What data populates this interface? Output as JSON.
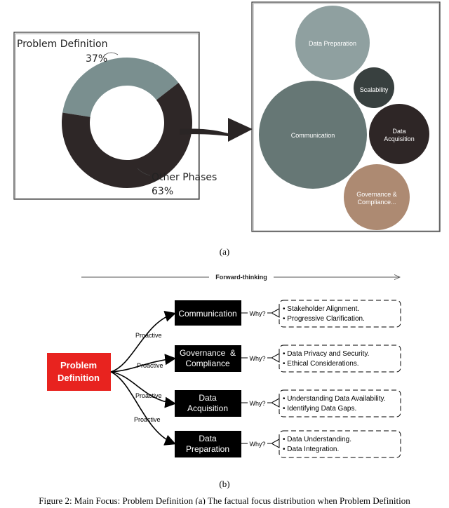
{
  "panel_a": {
    "donut": {
      "problem_label": "Problem Definition",
      "problem_pct": "37%",
      "other_label": "Other Phases",
      "other_pct": "63%",
      "problem_share": 0.37,
      "colors": {
        "problem": "#7a8f8f",
        "other": "#2e2727"
      }
    },
    "bubbles": [
      {
        "key": "data-preparation",
        "label": "Data Preparation",
        "color": "#8fa0a0"
      },
      {
        "key": "scalability",
        "label": "Scalability",
        "color": "#38403f"
      },
      {
        "key": "communication",
        "label": "Communication",
        "color": "#667775"
      },
      {
        "key": "data-acquisition",
        "label_lines": [
          "Data",
          "Acquisition"
        ],
        "color": "#2e2626"
      },
      {
        "key": "governance",
        "label_lines": [
          "Governance &",
          "Compliance..."
        ],
        "color": "#ad8a72"
      }
    ],
    "caption": "(a)"
  },
  "panel_b": {
    "header": "Forward-thinking",
    "root_lines": [
      "Problem",
      "Definition"
    ],
    "root_color": "#e8231f",
    "edge_label": "Proactive",
    "why_label": "Why?",
    "branches": [
      {
        "node_lines": [
          "Communication"
        ],
        "reasons": [
          "Stakeholder Alignment.",
          "Progressive Clarification."
        ]
      },
      {
        "node_lines": [
          "Governance  &",
          "Compliance"
        ],
        "reasons": [
          "Data Privacy and Security.",
          "Ethical Considerations."
        ]
      },
      {
        "node_lines": [
          "Data",
          "Acquisition"
        ],
        "reasons": [
          "Understanding Data Availability.",
          "Identifying Data Gaps."
        ]
      },
      {
        "node_lines": [
          "Data",
          "Preparation"
        ],
        "reasons": [
          "Data Understanding.",
          "Data Integration."
        ]
      }
    ],
    "caption": "(b)"
  },
  "figure_caption": "Figure 2: Main Focus: Problem Definition (a) The factual focus distribution when Problem Definition"
}
